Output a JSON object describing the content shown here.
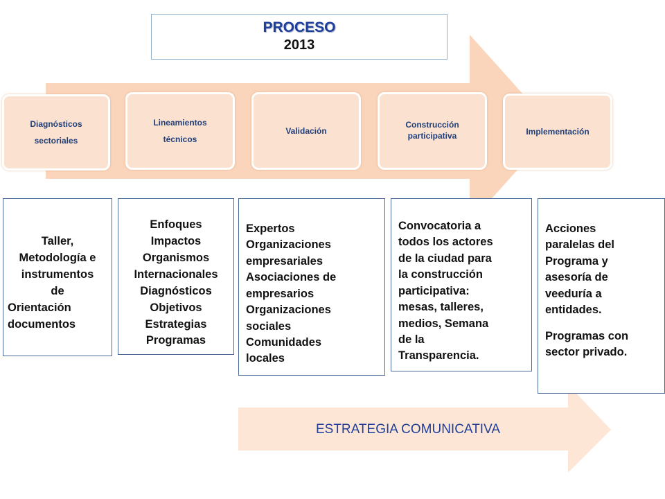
{
  "title": {
    "main": "PROCESO",
    "year": "2013"
  },
  "steps": [
    {
      "lines": [
        "Diagnósticos",
        "sectoriales"
      ]
    },
    {
      "lines": [
        "Lineamientos",
        "técnicos"
      ]
    },
    {
      "lines": [
        "Validación"
      ]
    },
    {
      "lines": [
        "Construcción",
        "participativa"
      ]
    },
    {
      "lines": [
        "Implementación"
      ]
    }
  ],
  "cards": [
    {
      "lines": [
        "Taller,",
        "Metodología e",
        "instrumentos",
        "de",
        "Orientación",
        "documentos"
      ]
    },
    {
      "lines": [
        "Enfoques",
        "Impactos",
        "Organismos",
        "Internacionales",
        "Diagnósticos",
        "Objetivos",
        "Estrategias",
        "Programas"
      ]
    },
    {
      "lines": [
        "Expertos",
        "Organizaciones",
        "empresariales",
        "Asociaciones de",
        "empresarios",
        "Organizaciones",
        "sociales",
        "Comunidades",
        "locales"
      ]
    },
    {
      "lines": [
        "Convocatoria a",
        "todos los actores",
        "de la ciudad para",
        "la construcción",
        "participativa:",
        "mesas, talleres,",
        "medios, Semana",
        "de la",
        "Transparencia."
      ]
    },
    {
      "lines": [
        "Acciones",
        "paralelas del",
        "Programa y",
        "asesoría de",
        "veeduría a",
        "entidades.",
        "Programas con",
        "sector privado."
      ]
    }
  ],
  "strategy": {
    "label": "ESTRATEGIA COMUNICATIVA"
  },
  "colors": {
    "arrow": "#fbd5bb",
    "step_fill": "#fbe1cf",
    "title_blue": "#1f3e9a",
    "card_border": "#4a6a9a"
  }
}
